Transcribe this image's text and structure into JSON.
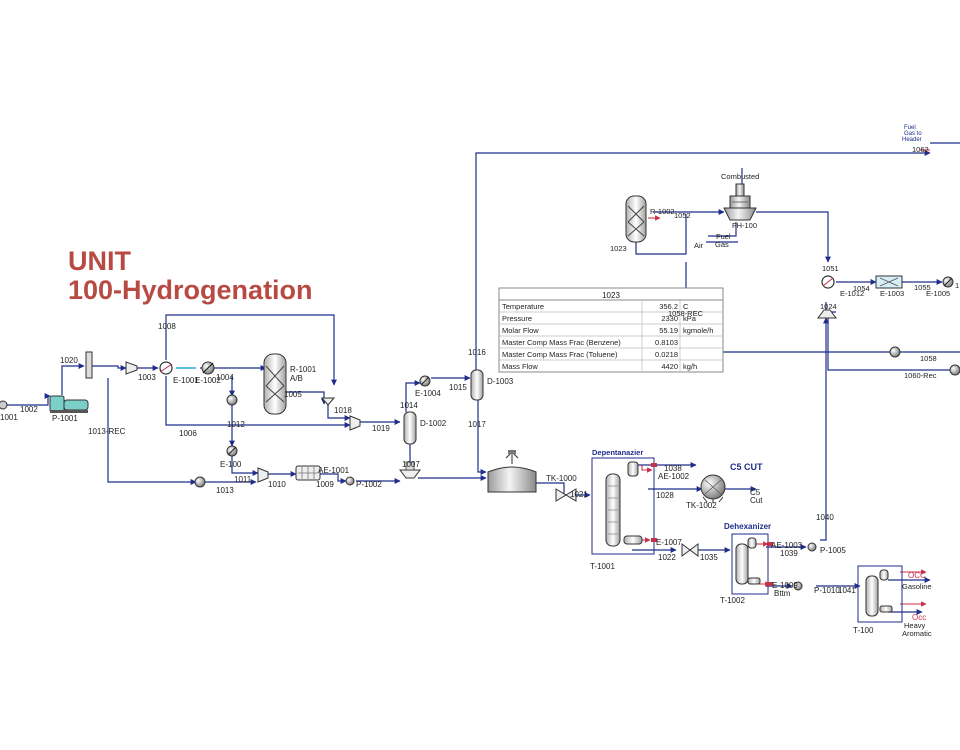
{
  "title": {
    "line1": "UNIT",
    "line2": "100-Hydrogenation"
  },
  "colors": {
    "title": "#b84a44",
    "stream": "#1f2e8c",
    "recycle_line": "#23a9d6",
    "energy_line": "#c8304a",
    "equipment_stroke": "#333333",
    "table_border": "#888888"
  },
  "table": {
    "header": "1023",
    "rows": [
      {
        "label": "Temperature",
        "value": "356.2",
        "unit": "C"
      },
      {
        "label": "Pressure",
        "value": "2330",
        "unit": "kPa"
      },
      {
        "label": "Molar Flow",
        "value": "55.19",
        "unit": "kgmole/h"
      },
      {
        "label": "Master Comp Mass Frac (Benzene)",
        "value": "0.8103",
        "unit": ""
      },
      {
        "label": "Master Comp Mass Frac (Toluene)",
        "value": "0.0218",
        "unit": ""
      },
      {
        "label": "Mass Flow",
        "value": "4420",
        "unit": "kg/h"
      }
    ]
  },
  "labels": {
    "s1001": "1001",
    "s1002": "1002",
    "p1001": "P-1001",
    "s1020": "1020",
    "s1003": "1003",
    "s1008": "1008",
    "e1001": "E-1001",
    "e1002": "E-1002",
    "s1004": "1004",
    "r1001": "R-1001",
    "ab": "A/B",
    "s1005": "1005",
    "s1018": "1018",
    "s1006": "1006",
    "s1012": "1012",
    "s1013rec": "1013-REC",
    "e100": "E-100",
    "s1011": "1011",
    "s1013": "1013",
    "s1010": "1010",
    "ae1001": "AE-1001",
    "s1009": "1009",
    "p1002": "P-1002",
    "s1019": "1019",
    "d1002": "D-1002",
    "s1014": "1014",
    "e1004": "E-1004",
    "s1015": "1015",
    "d1003": "D-1003",
    "s1016": "1016",
    "s1017": "1017",
    "s1007": "1007",
    "tk1000": "TK-1000",
    "s1021": "1021",
    "depentanizer": "Depentanazier",
    "s1038": "1038",
    "ae1002": "AE-1002",
    "c5cut": "C5 CUT",
    "s1028": "1028",
    "tk1002": "TK-1002",
    "c5": "C5",
    "cut": "Cut",
    "e1007": "E-1007",
    "t1001": "T-1001",
    "s1022": "1022",
    "s1035": "1035",
    "dehexanizer": "Dehexanizer",
    "ae1003": "AE-1003",
    "s1039": "1039",
    "p1005": "P-1005",
    "s1040": "1040",
    "e1009": "E-1009",
    "bttm": "Bttm",
    "p1010": "P-1010",
    "s1041": "1041",
    "t1002": "T-1002",
    "t100": "T-100",
    "occ1": "OCC",
    "gasoline": "Gasoline",
    "occ2": "Occ",
    "heavy": "Heavy",
    "aromatic": "Aromatic",
    "combusted": "Combusted",
    "fh100": "FH-100",
    "fuel": "Fuel",
    "gas": "Gas",
    "air": "Air",
    "r1002": "R-1002",
    "s1052": "1052",
    "s1023": "1023",
    "s1058rec": "1058-REC",
    "s1051": "1051",
    "e1012": "E-1012",
    "s1054": "1054",
    "e1003": "E-1003",
    "s1055": "1055",
    "e1005": "E-1005",
    "s1024": "1024",
    "s1058": "1058",
    "s1060rec": "1060-Rec",
    "fuelgas1": "Fuel",
    "fuelgas2": "Gas to",
    "fuelgas3": "Header",
    "s1062": "1062",
    "one": "1"
  }
}
